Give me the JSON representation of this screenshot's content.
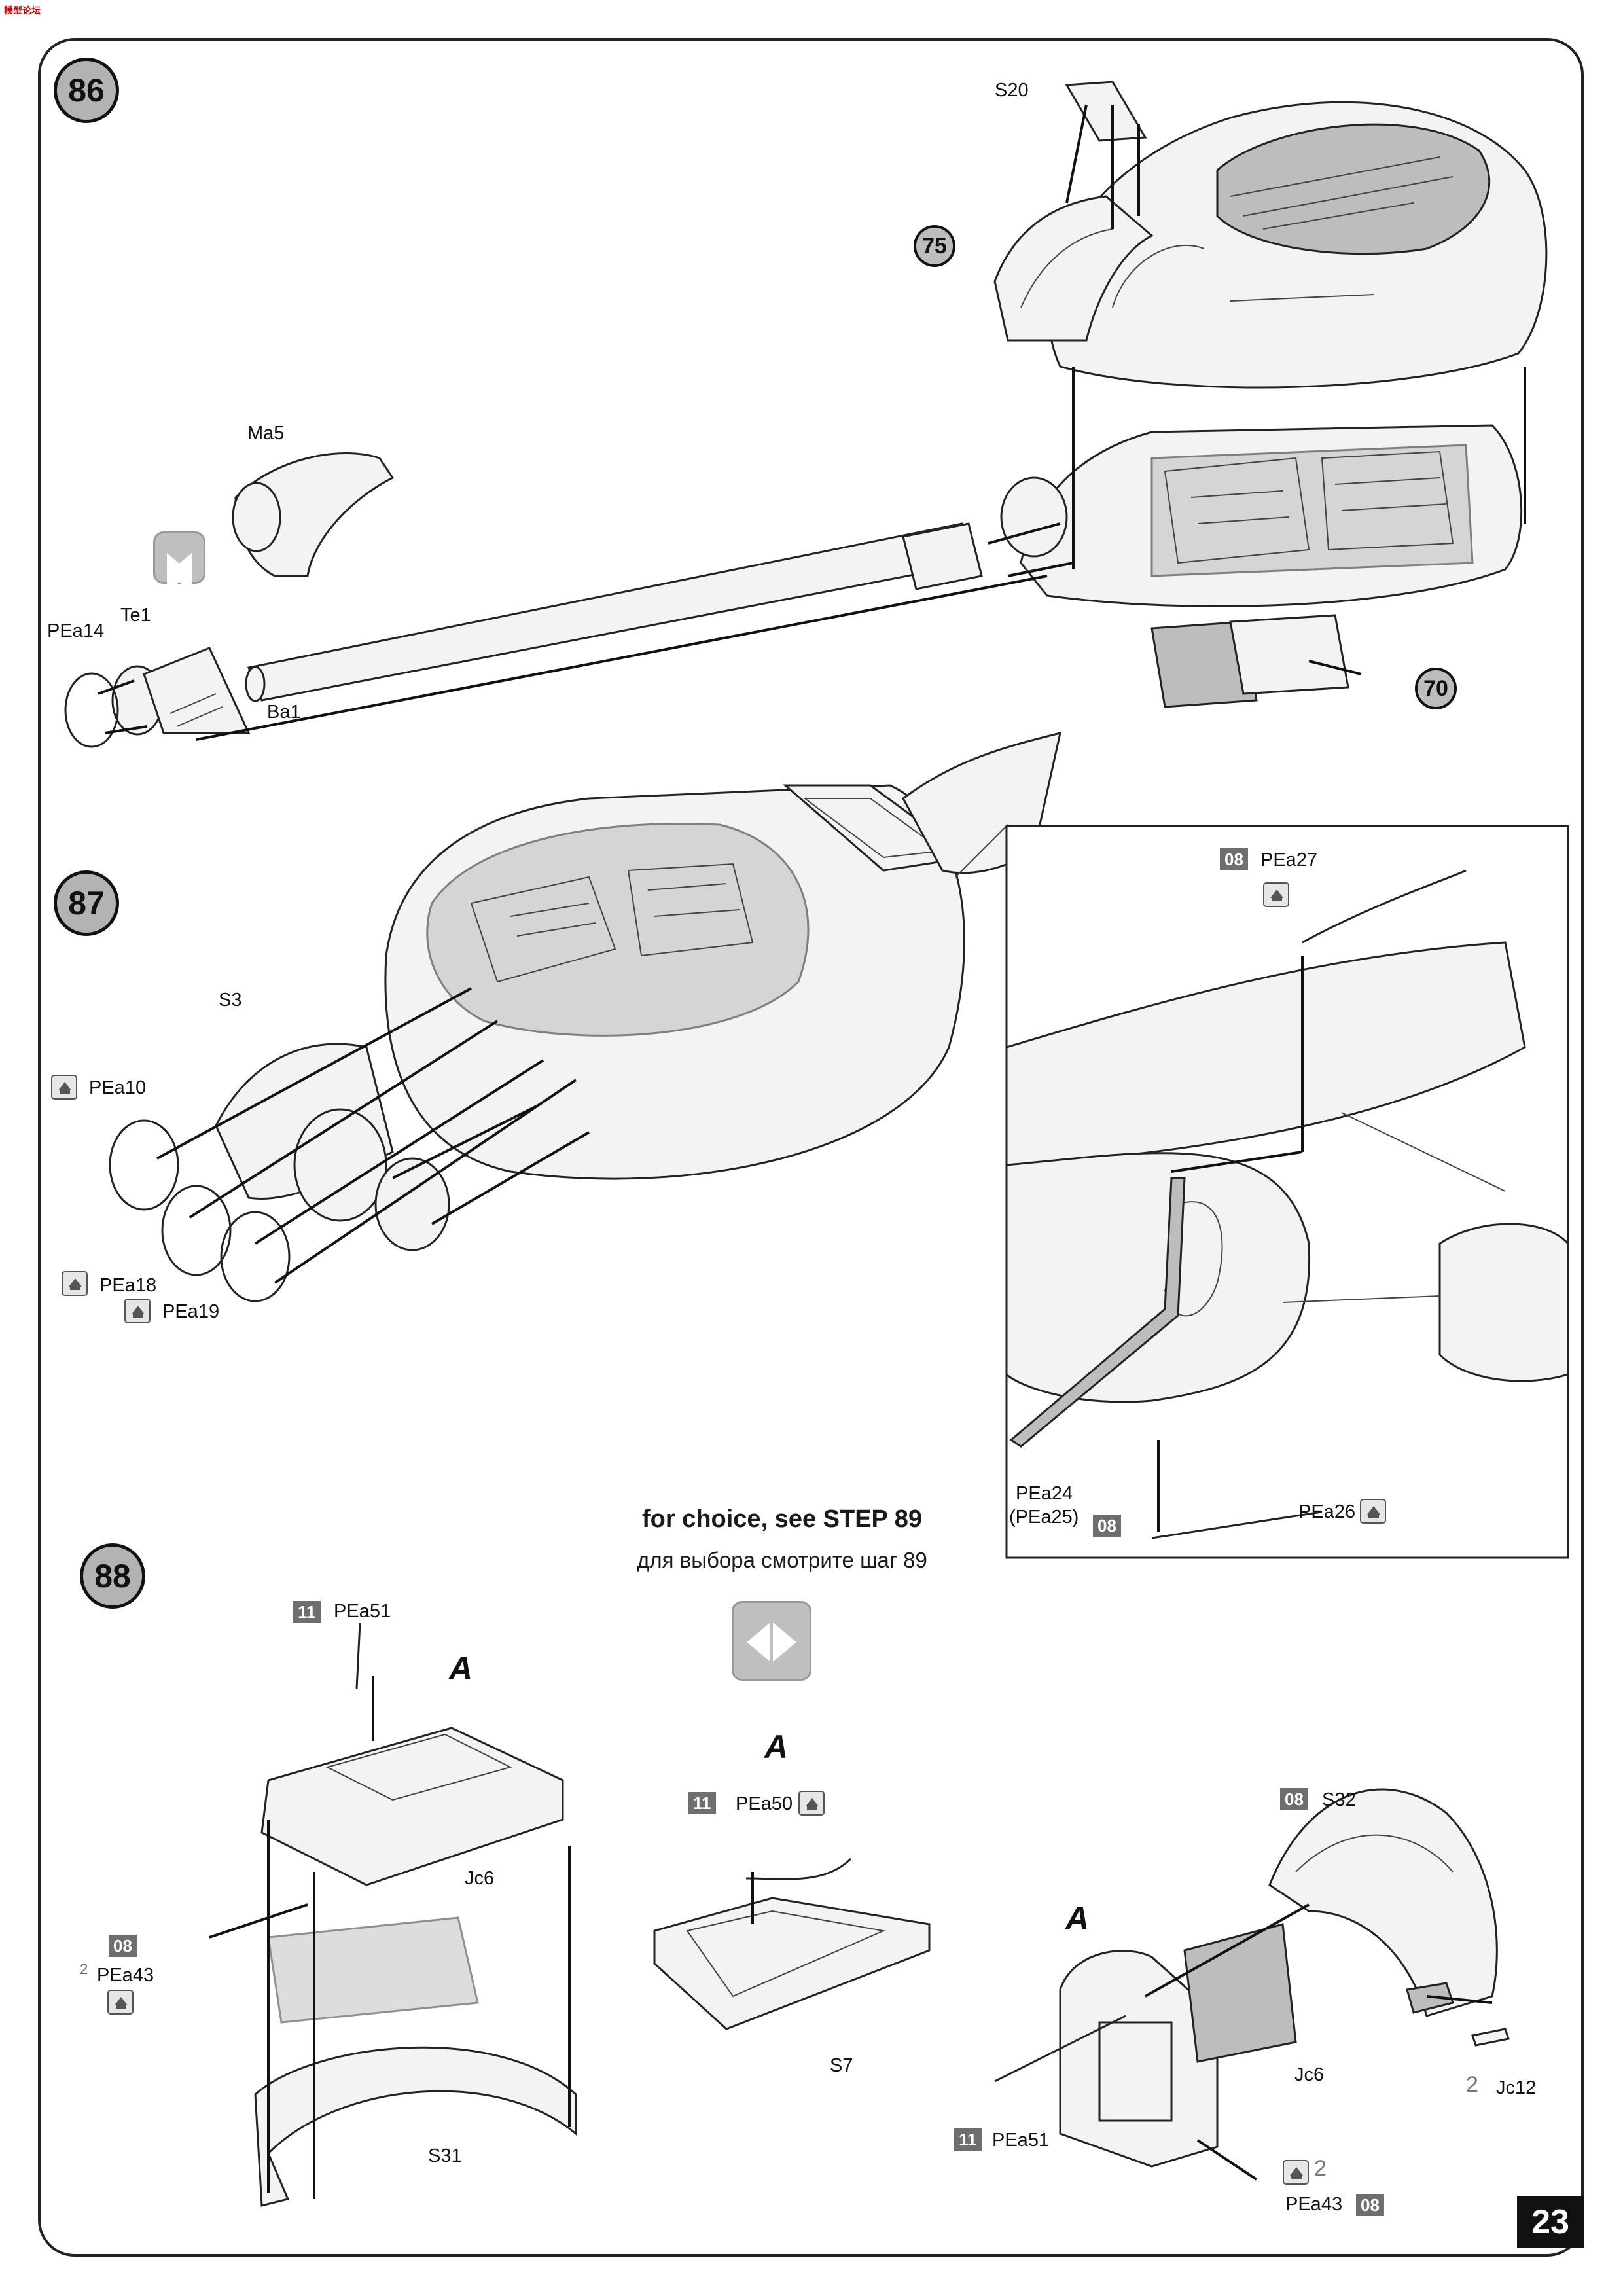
{
  "page_number": "23",
  "header_logo_text": "模型论坛",
  "steps": [
    {
      "number": "86",
      "refs": [
        "75",
        "70"
      ],
      "labels": [
        "S20",
        "Ma5",
        "PEa14",
        "Te1",
        "Ba1"
      ]
    },
    {
      "number": "87",
      "labels": [
        "S3",
        "PEa10",
        "PEa18",
        "PEa19"
      ],
      "detail": {
        "labels": [
          "PEa27",
          "PEa24",
          "(PEa25)",
          "PEa26"
        ],
        "badges": [
          "08",
          "08"
        ]
      }
    },
    {
      "number": "88",
      "labels": [
        "PEa51",
        "Jc6",
        "PEa43",
        "S31",
        "PEa50",
        "S7",
        "S32",
        "Jc6",
        "Jc12",
        "PEa51",
        "PEa43"
      ],
      "badges": [
        "11",
        "08",
        "11",
        "08",
        "11",
        "08"
      ],
      "assembly_marker": "A",
      "quantity_marks": [
        "2",
        "2",
        "2"
      ]
    }
  ],
  "choice_note": {
    "en": "for choice, see STEP 89",
    "ru": "для выбора смотрите шаг 89"
  },
  "icons": [
    "choice-arrows-icon",
    "photo-etch-icon"
  ]
}
